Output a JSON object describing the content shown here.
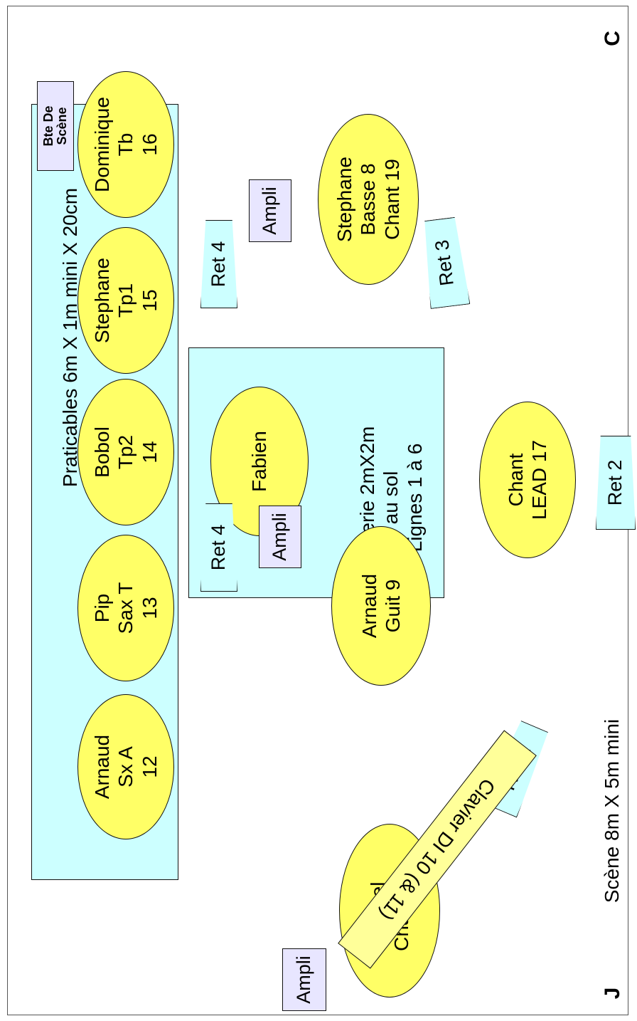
{
  "corner_labels": {
    "top_right": "C",
    "bottom_left": "J"
  },
  "stage_caption": "Scène 8m X 5m mini",
  "bte_de_scene": "Bte De\nScène",
  "praticables": {
    "label": "Praticables 6m X 1m mini X 20cm",
    "musicians": [
      {
        "id": "arnaud-sxa",
        "text": "Arnaud\nSx A\n12"
      },
      {
        "id": "pip-saxt",
        "text": "Pip\nSax T\n13"
      },
      {
        "id": "bobol-tp2",
        "text": "Bobol\nTp2\n14"
      },
      {
        "id": "stephane-tp1",
        "text": "Stephane\nTp1\n15"
      },
      {
        "id": "dominique-tb",
        "text": "Dominique\nTb\n16"
      }
    ]
  },
  "batterie": {
    "label": "Batterie 2mX2m\nau sol\nLignes 1 à 6",
    "drummer": "Fabien"
  },
  "musicians": {
    "michel": "Michel\nChant 18",
    "arnaud_guit": "Arnaud\nGuit 9",
    "chant_lead": "Chant\nLEAD 17",
    "stephane_basse": "Stephane\nBasse 8\nChant 19"
  },
  "clavier": "Clavier DI 10 (& 11)",
  "amplis": [
    "Ampli",
    "Ampli",
    "Ampli"
  ],
  "returns": [
    "Ret 1",
    "Ret 2",
    "Ret 3",
    "Ret 4",
    "Ret 4"
  ],
  "colors": {
    "oval_fill": "#ffff66",
    "riser_fill": "#ccffff",
    "ampli_fill": "#e8e6ff",
    "clavier_fill": "#ffff99"
  }
}
